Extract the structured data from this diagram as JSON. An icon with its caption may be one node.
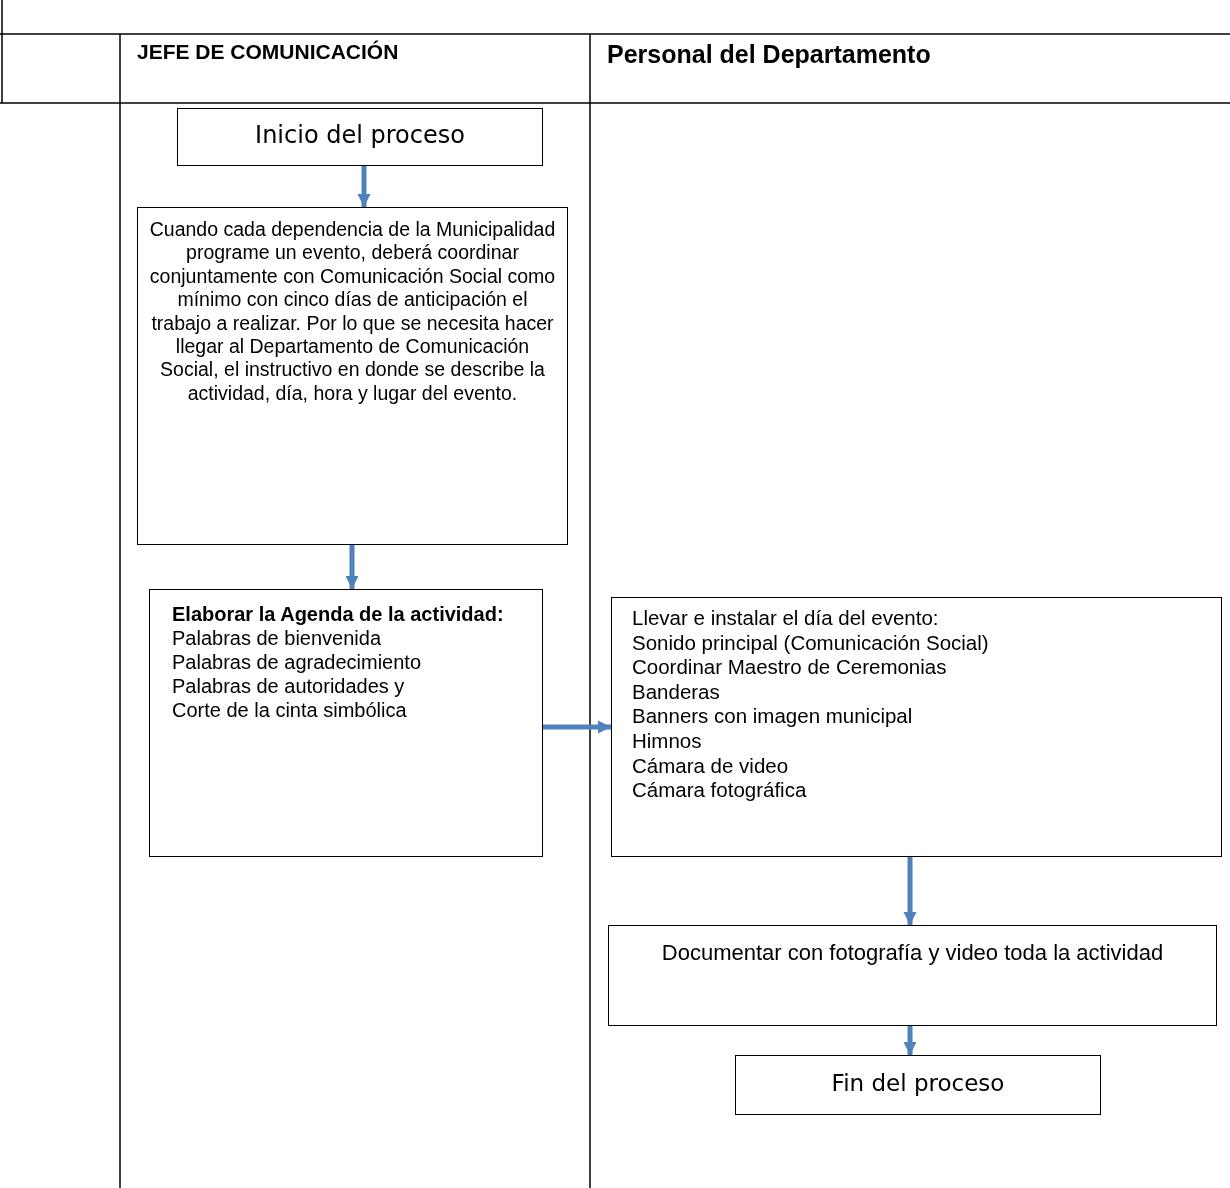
{
  "diagram": {
    "nodes": [
      {
        "text": [
          "Inicio del proceso"
        ]
      },
      {
        "text": [
          "Cuando cada dependencia de la Municipalidad programe un evento, deberá coordinar conjuntamente con Comunicación Social como mínimo con cinco días de anticipación el trabajo a realizar. Por lo que se necesita hacer llegar al Departamento de Comunicación Social, el instructivo en donde se describe la actividad, día, hora y lugar del evento."
        ]
      },
      {
        "text": [
          "Elaborar la Agenda de la actividad:",
          "Palabras de bienvenida",
          "Palabras de agradecimiento",
          "Palabras de autoridades y",
          "Corte de la cinta simbólica"
        ]
      },
      {
        "text": [
          "Llevar e instalar el día del evento:",
          "Sonido principal (Comunicación Social)",
          "Coordinar Maestro de Ceremonias",
          "Banderas",
          "Banners con imagen municipal",
          "Himnos",
          "Cámara de video",
          "Cámara fotográfica"
        ]
      },
      {
        "text": [
          "Documentar con fotografía y video toda la actividad"
        ]
      },
      {
        "text": [
          "Fin del proceso"
        ]
      }
    ],
    "edges": [
      {
        "from": 0,
        "to": 1,
        "arrow": "to"
      },
      {
        "from": 1,
        "to": 2,
        "arrow": "to"
      },
      {
        "from": 2,
        "to": 3,
        "arrow": "to"
      },
      {
        "from": 3,
        "to": 4,
        "arrow": "to"
      },
      {
        "from": 4,
        "to": 5,
        "arrow": "to"
      }
    ],
    "labels": [
      "JEFE DE COMUNICACIÓN",
      "Personal del Departamento"
    ]
  }
}
